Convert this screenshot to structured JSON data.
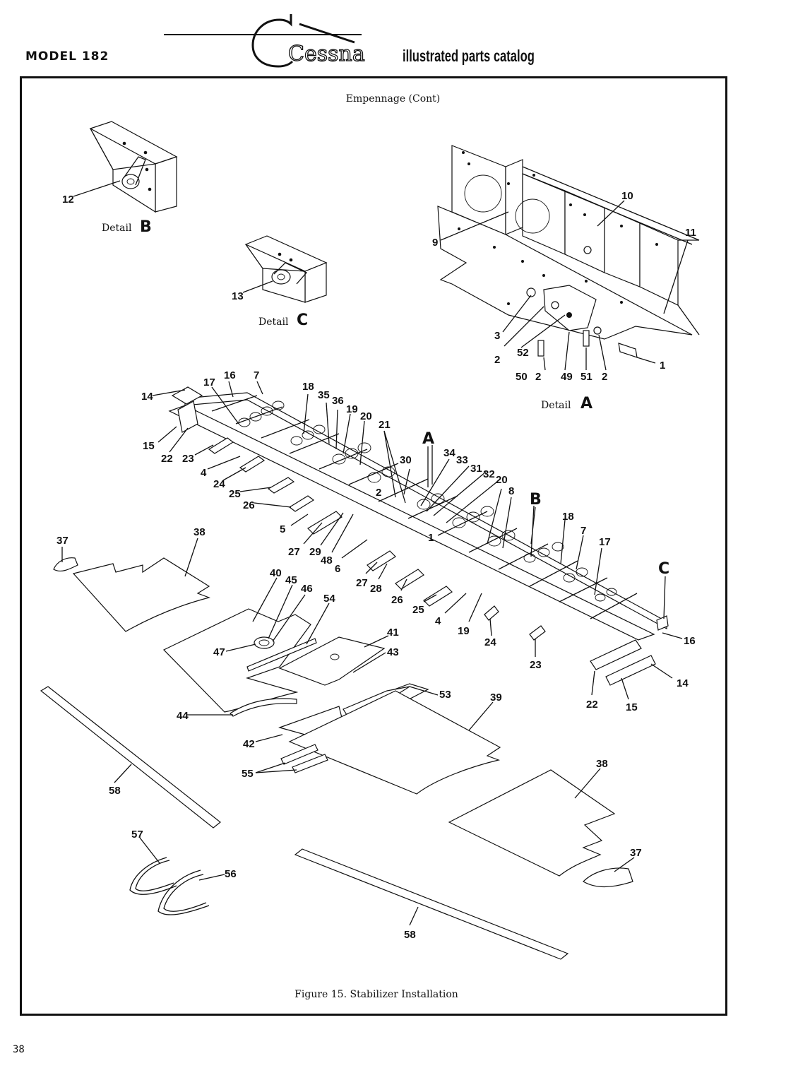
{
  "header": {
    "model": "MODEL 182",
    "brand": "Cessna",
    "subtitle": "illustrated parts catalog"
  },
  "section_title": "Empennage (Cont)",
  "caption": "Figure 15.   Stabilizer Installation",
  "page_number": "38",
  "details": [
    {
      "label": "Detail",
      "letter": "B"
    },
    {
      "label": "Detail",
      "letter": "C"
    },
    {
      "label": "Detail",
      "letter": "A"
    }
  ],
  "callouts": [
    "12",
    "13",
    "10",
    "11",
    "9",
    "3",
    "2",
    "52",
    "2",
    "50",
    "49",
    "51",
    "2",
    "1",
    "14",
    "17",
    "16",
    "7",
    "18",
    "35",
    "36",
    "19",
    "20",
    "21",
    "A",
    "15",
    "22",
    "23",
    "4",
    "24",
    "34",
    "33",
    "30",
    "31",
    "32",
    "20",
    "8",
    "25",
    "26",
    "2",
    "B",
    "18",
    "7",
    "17",
    "5",
    "1",
    "27",
    "29",
    "48",
    "6",
    "27",
    "28",
    "26",
    "25",
    "4",
    "19",
    "24",
    "C",
    "37",
    "38",
    "40",
    "45",
    "46",
    "54",
    "47",
    "41",
    "43",
    "16",
    "23",
    "14",
    "22",
    "15",
    "44",
    "53",
    "39",
    "42",
    "55",
    "38",
    "58",
    "37",
    "57",
    "56",
    "58"
  ]
}
